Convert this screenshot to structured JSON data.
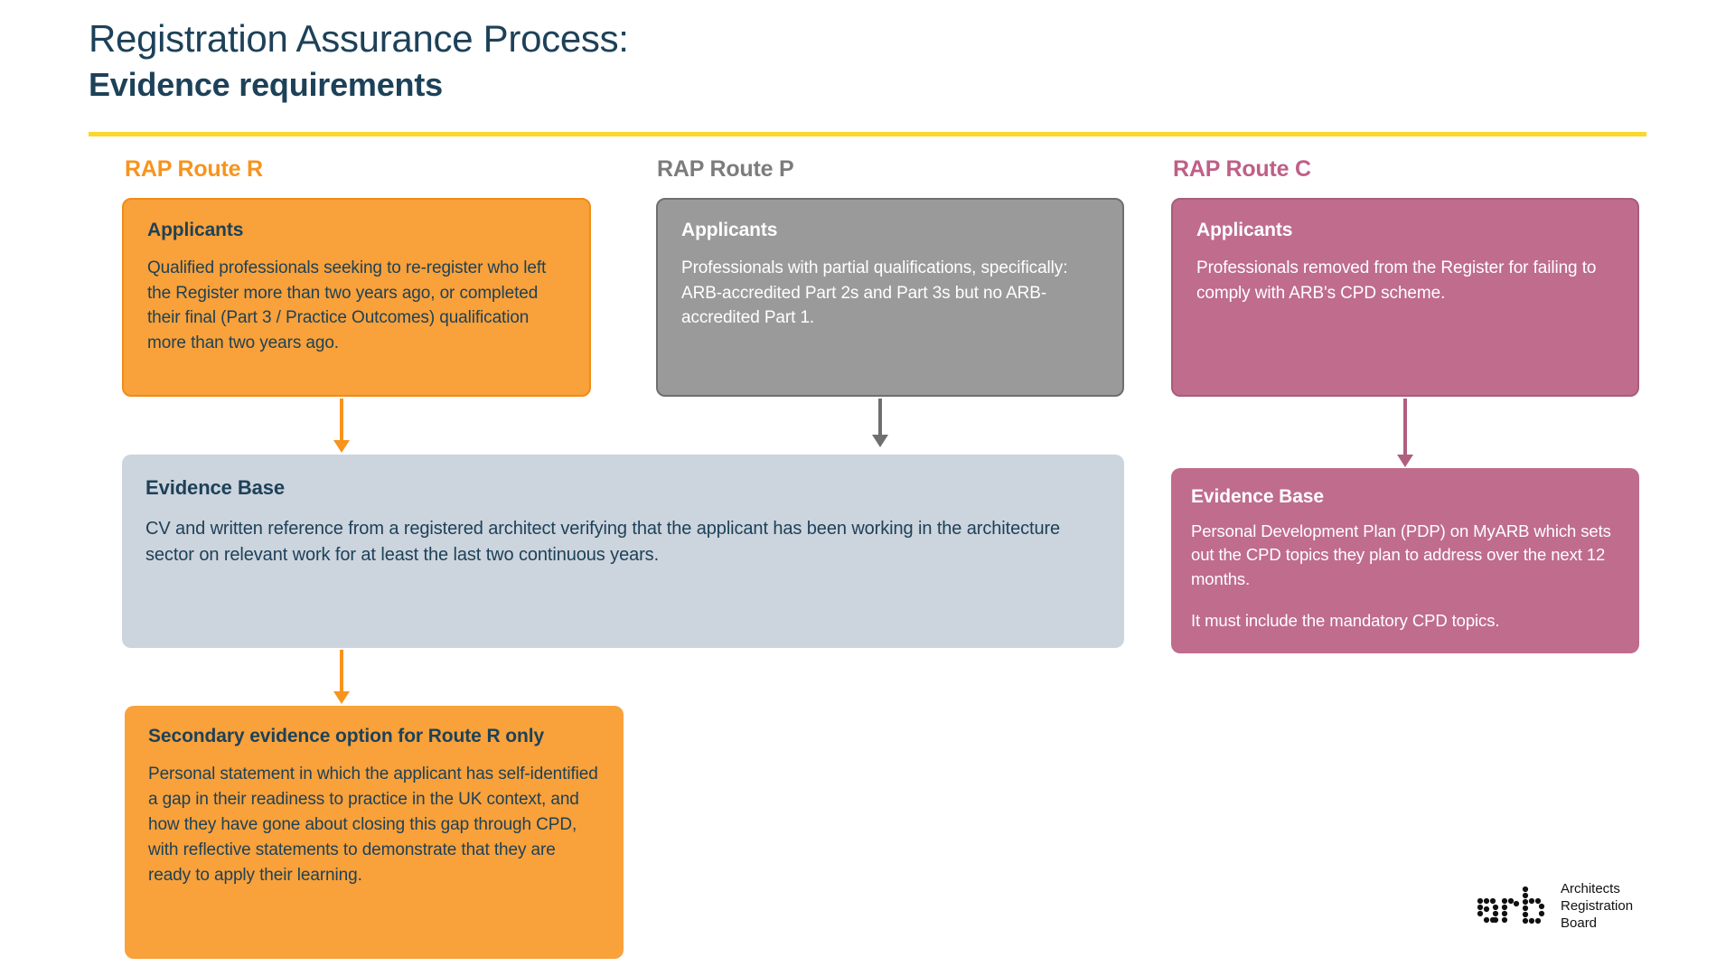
{
  "header": {
    "title_line1": "Registration Assurance Process:",
    "title_line2": "Evidence requirements",
    "rule_color": "#fcd72b",
    "title_color": "#1d4158"
  },
  "columns": [
    {
      "id": "route-r",
      "heading": "RAP Route R",
      "color": "#f7941d"
    },
    {
      "id": "route-p",
      "heading": "RAP Route P",
      "color": "#7c7c7c"
    },
    {
      "id": "route-c",
      "heading": "RAP Route C",
      "color": "#bf5f86"
    }
  ],
  "cards": {
    "route_r_applicants": {
      "heading": "Applicants",
      "body": "Qualified professionals seeking to re-register who left the Register more than two years ago, or completed their final (Part 3 / Practice Outcomes) qualification more than two years ago.",
      "fill": "#f9a13a",
      "text_color": "#1d4158"
    },
    "route_p_applicants": {
      "heading": "Applicants",
      "body": "Professionals with partial qualifications, specifically: ARB-accredited Part 2s and Part 3s but no ARB-accredited Part 1.",
      "fill": "#9a9a9a",
      "text_color": "#ffffff"
    },
    "route_c_applicants": {
      "heading": "Applicants",
      "body": "Professionals removed from the Register for failing to comply with ARB's CPD scheme.",
      "fill": "#bf6c8d",
      "text_color": "#ffffff"
    },
    "evidence_base_shared": {
      "heading": "Evidence Base",
      "body": "CV and written reference from a registered architect verifying that the applicant has been working in the architecture sector on relevant work for at least the last two continuous years.",
      "fill": "#ccd4dd",
      "text_color": "#1d4158"
    },
    "route_c_evidence": {
      "heading": "Evidence Base",
      "body_1": "Personal Development Plan (PDP) on MyARB which sets out the CPD topics they plan to address over the next 12 months.",
      "body_2": "It must include the mandatory CPD topics.",
      "fill": "#bf6c8d",
      "text_color": "#ffffff"
    },
    "secondary_evidence": {
      "heading": "Secondary evidence option for Route R only",
      "body": "Personal statement in which the applicant has self-identified a gap in their readiness to practice in the UK context, and how they have gone about closing this gap through CPD, with reflective statements to demonstrate that they are ready to apply their learning.",
      "fill": "#f9a13a",
      "text_color": "#1d4158"
    }
  },
  "arrows": [
    {
      "id": "route-r-to-evidence-base",
      "color": "#f7941d"
    },
    {
      "id": "route-p-to-evidence-base",
      "color": "#6f6f6f"
    },
    {
      "id": "route-c-to-evidence-base",
      "color": "#b05f80"
    },
    {
      "id": "evidence-base-to-secondary",
      "color": "#f7941d"
    }
  ],
  "logo": {
    "mark": "arb",
    "line1": "Architects",
    "line2": "Registration",
    "line3": "Board"
  }
}
